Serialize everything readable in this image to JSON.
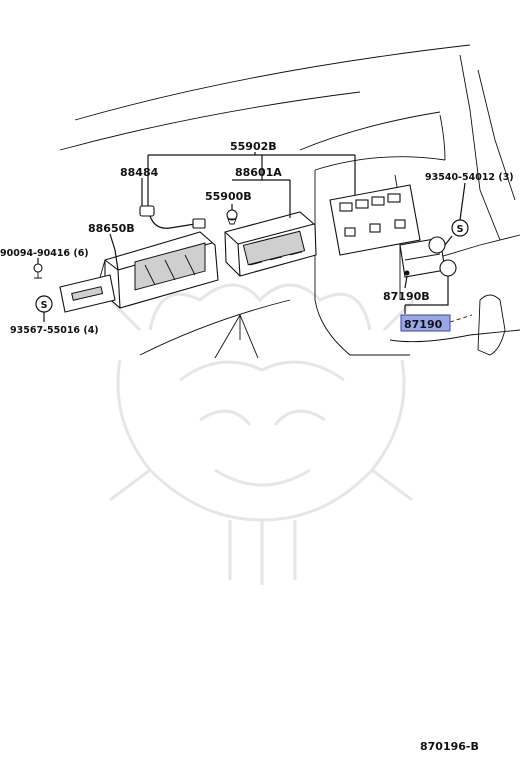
{
  "diagram": {
    "parts": {
      "p55902b": "55902B",
      "p88484": "88484",
      "p88601a": "88601A",
      "p55900b": "55900B",
      "p88650b": "88650B",
      "p90094": "90094-90416 (6)",
      "p93567": "93567-55016 (4)",
      "p93540": "93540-54012 (3)",
      "p87190b": "87190B",
      "p87190": "87190"
    },
    "symbols": {
      "s_left": "S",
      "s_right": "S"
    },
    "figure_number": "870196-B",
    "highlight_color": "#9aa6e6"
  }
}
